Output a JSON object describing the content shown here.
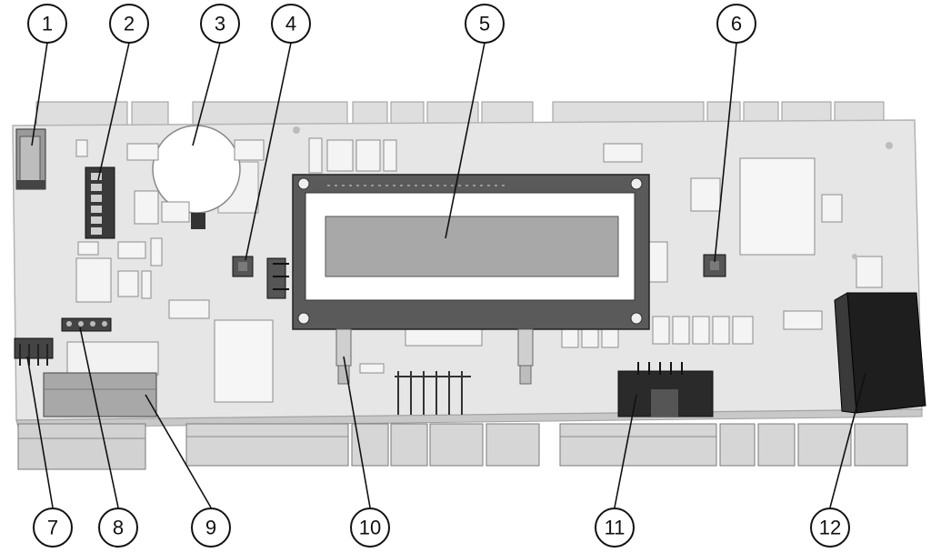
{
  "callouts": [
    {
      "label": "1"
    },
    {
      "label": "2"
    },
    {
      "label": "3"
    },
    {
      "label": "4"
    },
    {
      "label": "5"
    },
    {
      "label": "6"
    },
    {
      "label": "7"
    },
    {
      "label": "8"
    },
    {
      "label": "9"
    },
    {
      "label": "10"
    },
    {
      "label": "11"
    },
    {
      "label": "12"
    }
  ],
  "colors": {
    "board": "#e6e6e6",
    "board_edge": "#c8c8c8",
    "display_bezel": "#5a5a5a",
    "display_glass": "#a8a8a8",
    "connector_block": "#1e1e1e",
    "terminal_block": "#cfcfcf",
    "outline": "#111111"
  }
}
